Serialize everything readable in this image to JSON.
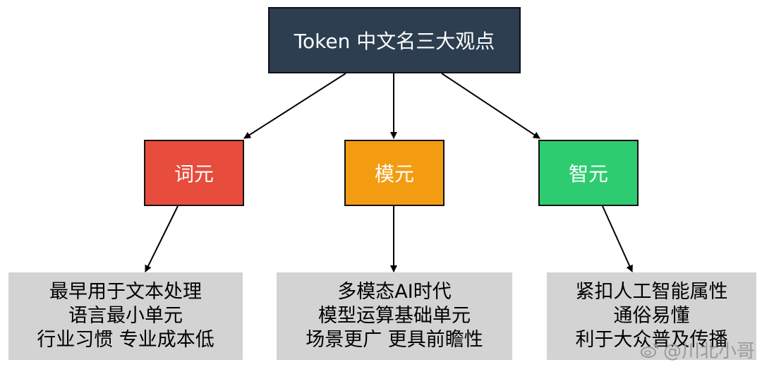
{
  "root": {
    "label": "Token 中文名三大观点"
  },
  "children": [
    {
      "label": "词元",
      "color": "#e74c3c",
      "details": [
        "最早用于文本处理",
        "语言最小单元",
        "行业习惯 专业成本低"
      ]
    },
    {
      "label": "模元",
      "color": "#f39c12",
      "details": [
        "多模态AI时代",
        "模型运算基础单元",
        "场景更广 更具前瞻性"
      ]
    },
    {
      "label": "智元",
      "color": "#2ecc71",
      "details": [
        "紧扣人工智能属性",
        "通俗易懂",
        "利于大众普及传播"
      ]
    }
  ],
  "watermark": {
    "text": "@川北小哥",
    "icon": "weibo-icon"
  }
}
